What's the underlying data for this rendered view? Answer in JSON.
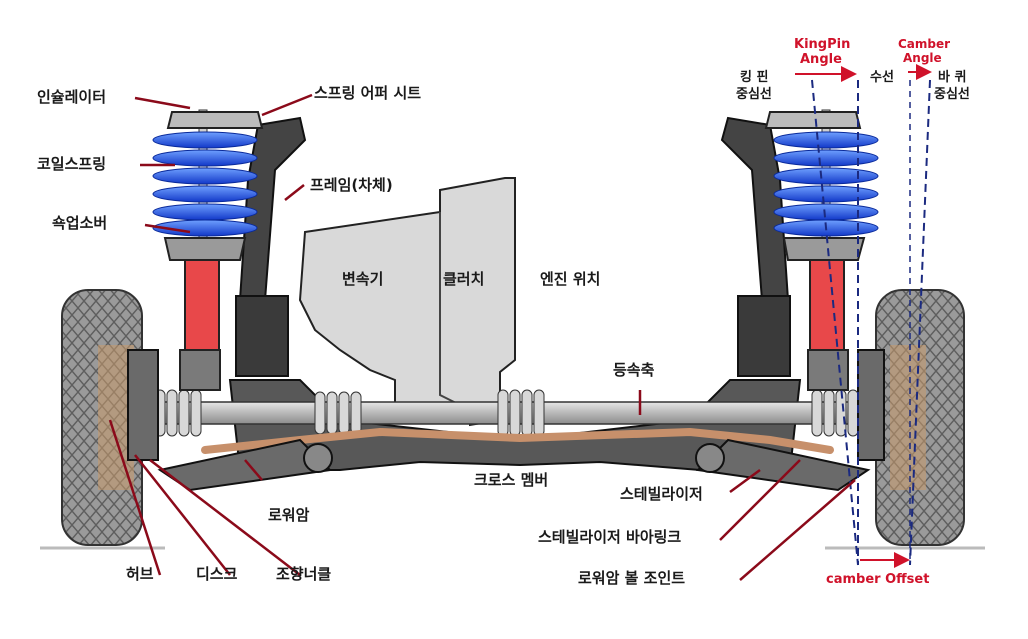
{
  "colors": {
    "label_text": "#1a1a1a",
    "annotation_red": "#d0122a",
    "centerline_navy": "#1b2a80",
    "spring_blue": "#1e56e8",
    "shock_red": "#e8484a",
    "frame_dark": "#3a3a3a",
    "tire_gray": "#8a8a8a",
    "rod_gray": "#b9b9b9",
    "stabilizer_tan": "#c7906b"
  },
  "left_labels": {
    "insulator": "인슐레이터",
    "coil_spring": "코일스프링",
    "shock_absorber": "쇽업소버"
  },
  "top_labels": {
    "spring_upper_seat": "스프링 어퍼 시트",
    "frame": "프레임(차체)"
  },
  "body_labels": {
    "transmission": "변속기",
    "clutch": "클러치",
    "engine_position": "엔진 위치",
    "constant_velocity_shaft": "등속축",
    "cross_member": "크로스 멤버"
  },
  "bottom_labels": {
    "lower_arm": "로워암",
    "hub": "허브",
    "disc": "디스크",
    "knuckle": "조향너클",
    "stabilizer": "스테빌라이저",
    "stabilizer_bar_link": "스테빌라이저 바아링크",
    "lower_arm_ball_joint": "로워암 볼 조인트"
  },
  "geometry_labels": {
    "kingpin_line": "KingPin",
    "kingpin_angle_word": "Angle",
    "camber_line": "Camber",
    "camber_angle_word": "Angle",
    "kingpin_center_1": "킹  핀",
    "kingpin_center_2": "중심선",
    "vertical_line": "수선",
    "wheel_center_1": "바  퀴",
    "wheel_center_2": "중심선",
    "camber_offset": "camber Offset"
  }
}
